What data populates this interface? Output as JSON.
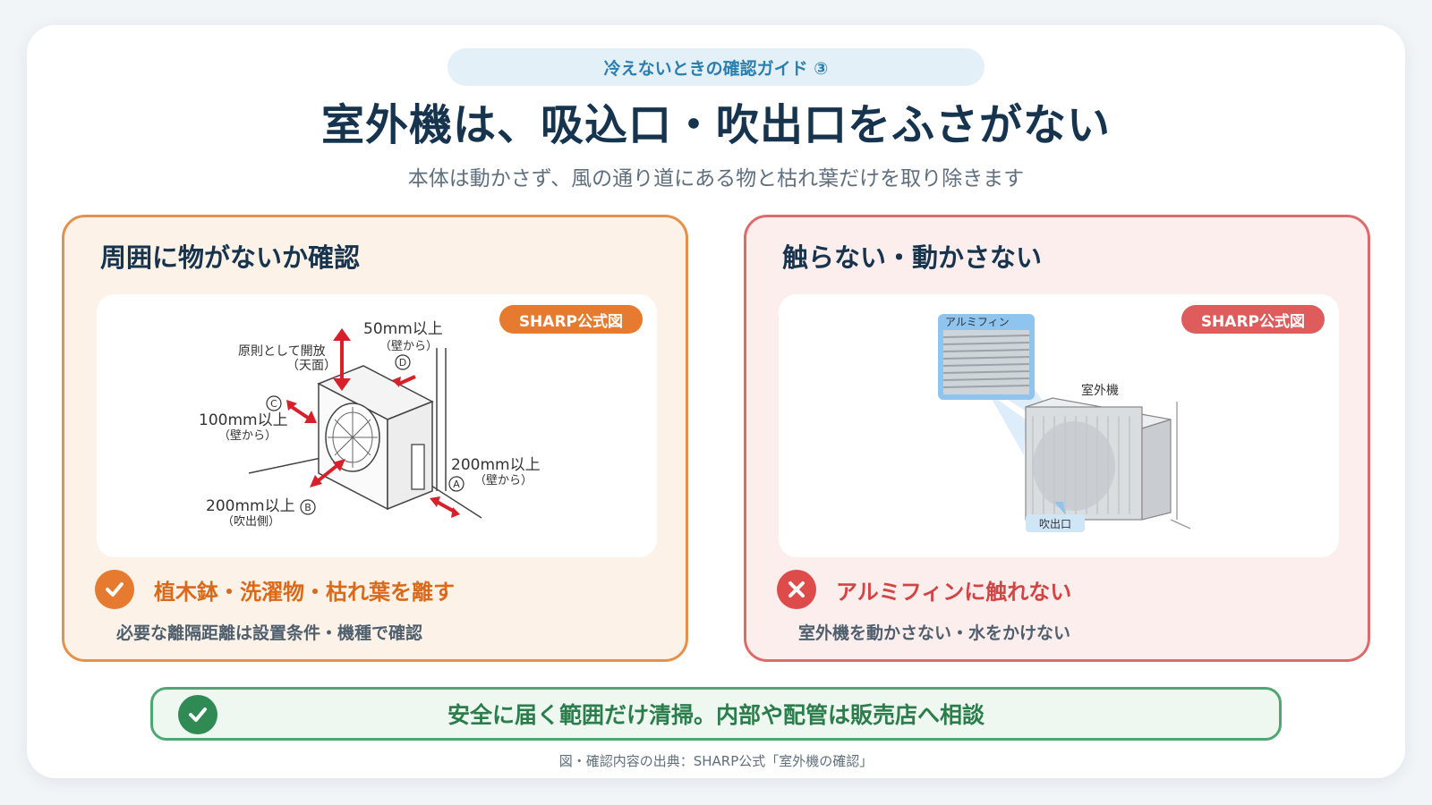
{
  "header": {
    "guide_label": "冷えないときの確認ガイド ③",
    "title": "室外機は、吸込口・吹出口をふさがない",
    "subtitle": "本体は動かさず、風の通り道にある物と枯れ葉だけを取り除きます"
  },
  "left_panel": {
    "title": "周囲に物がないか確認",
    "badge": "SHARP公式図",
    "figure_labels": {
      "top_line1": "原則として開放",
      "top_line2": "（天面）",
      "d_value": "50mm以上",
      "d_sub": "（壁から）",
      "d_marker": "D",
      "c_marker": "C",
      "c_value": "100mm以上",
      "c_sub": "（壁から）",
      "a_value": "200mm以上",
      "a_sub": "（壁から）",
      "a_marker": "A",
      "b_value": "200mm以上",
      "b_marker": "B",
      "b_sub": "（吹出側）"
    },
    "status_text": "植木鉢・洗濯物・枯れ葉を離す",
    "note": "必要な離隔距離は設置条件・機種で確認"
  },
  "right_panel": {
    "title": "触らない・動かさない",
    "badge": "SHARP公式図",
    "figure_labels": {
      "fin": "アルミフィン",
      "unit": "室外機",
      "outlet": "吹出口"
    },
    "status_text": "アルミフィンに触れない",
    "note": "室外機を動かさない・水をかけない"
  },
  "bottom": {
    "message": "安全に届く範囲だけ清掃。内部や配管は販売店へ相談"
  },
  "source": "図・確認内容の出典：SHARP公式「室外機の確認」",
  "colors": {
    "navy": "#17344f",
    "orange": "#e67a2e",
    "red": "#de5c5c",
    "green": "#2f8a54",
    "arrow_red": "#d8202a"
  },
  "icons": {
    "left_status": "check-icon",
    "right_status": "cross-icon",
    "bottom": "check-icon"
  }
}
